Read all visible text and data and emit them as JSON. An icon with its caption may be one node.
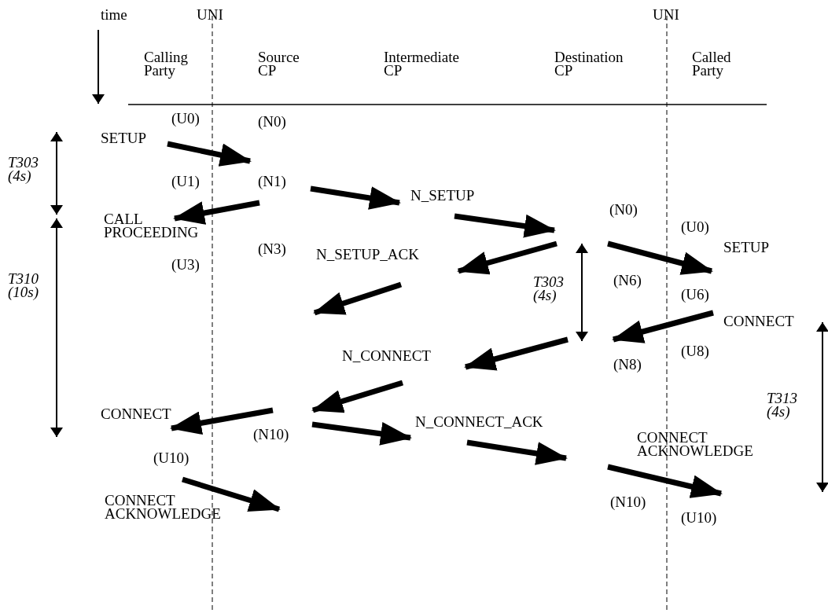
{
  "diagram": {
    "labels": [
      "time",
      "UNI",
      "UNI",
      "Calling Party",
      "Source CP",
      "Intermediate CP",
      "Destination CP",
      "Called Party",
      "(U0)",
      "(N0)",
      "SETUP",
      "T303 (4s)",
      "(U1)",
      "(N1)",
      "N_SETUP",
      "CALL PROCEEDING",
      "(N0)",
      "(U0)",
      "(N3)",
      "N_SETUP_ACK",
      "SETUP",
      "(U3)",
      "T310 (10s)",
      "(N6)",
      "T303 (4s)",
      "(U6)",
      "CONNECT",
      "N_CONNECT",
      "(U8)",
      "(N8)",
      "T313 (4s)",
      "CONNECT",
      "(N10)",
      "N_CONNECT_ACK",
      "CONNECT ACKNOWLEDGE",
      "(U10)",
      "CONNECT ACKNOWLEDGE",
      "(N10)",
      "(U10)"
    ]
  }
}
